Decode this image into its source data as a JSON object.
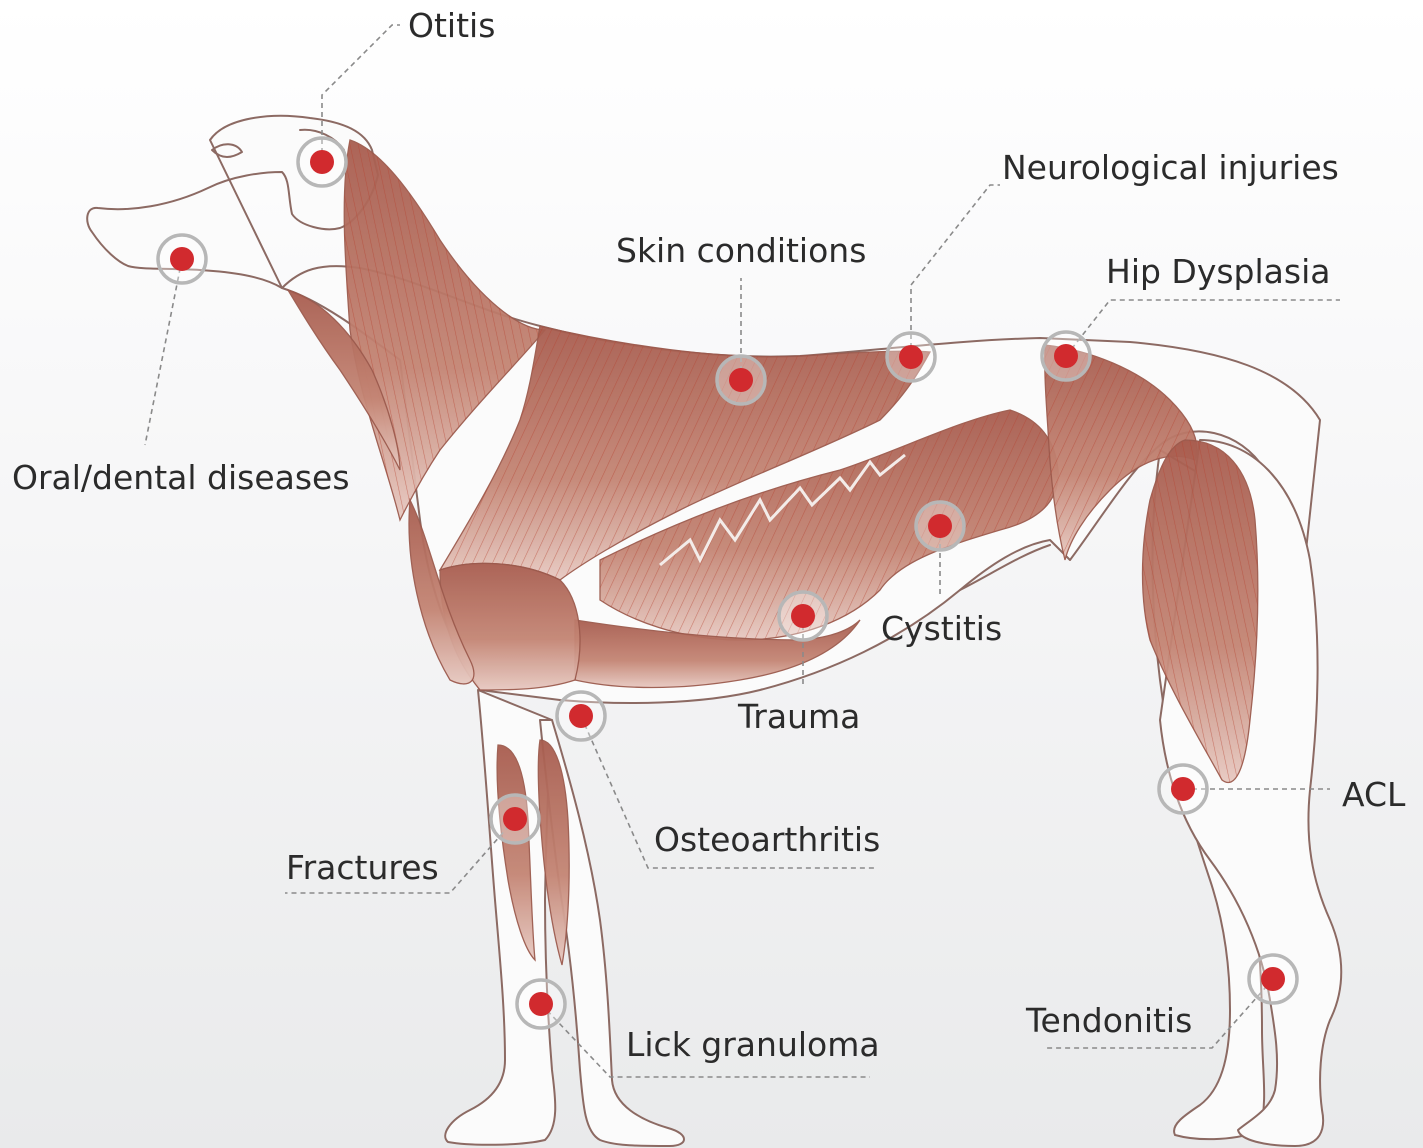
{
  "labels": {
    "otitis": "Otitis",
    "neurological": "Neurological injuries",
    "skin": "Skin conditions",
    "hip": "Hip Dysplasia",
    "oral": "Oral/dental diseases",
    "cystitis": "Cystitis",
    "trauma": "Trauma",
    "acl": "ACL",
    "osteoarthritis": "Osteoarthritis",
    "fractures": "Fractures",
    "tendonitis": "Tendonitis",
    "lick": "Lick granuloma"
  },
  "colors": {
    "marker": "#d12a2e",
    "marker_ring": "#b7b7b7",
    "muscle": "#b97566",
    "fiber": "#b5412f",
    "outline": "#8c6a63",
    "text": "#2b2b2b"
  }
}
